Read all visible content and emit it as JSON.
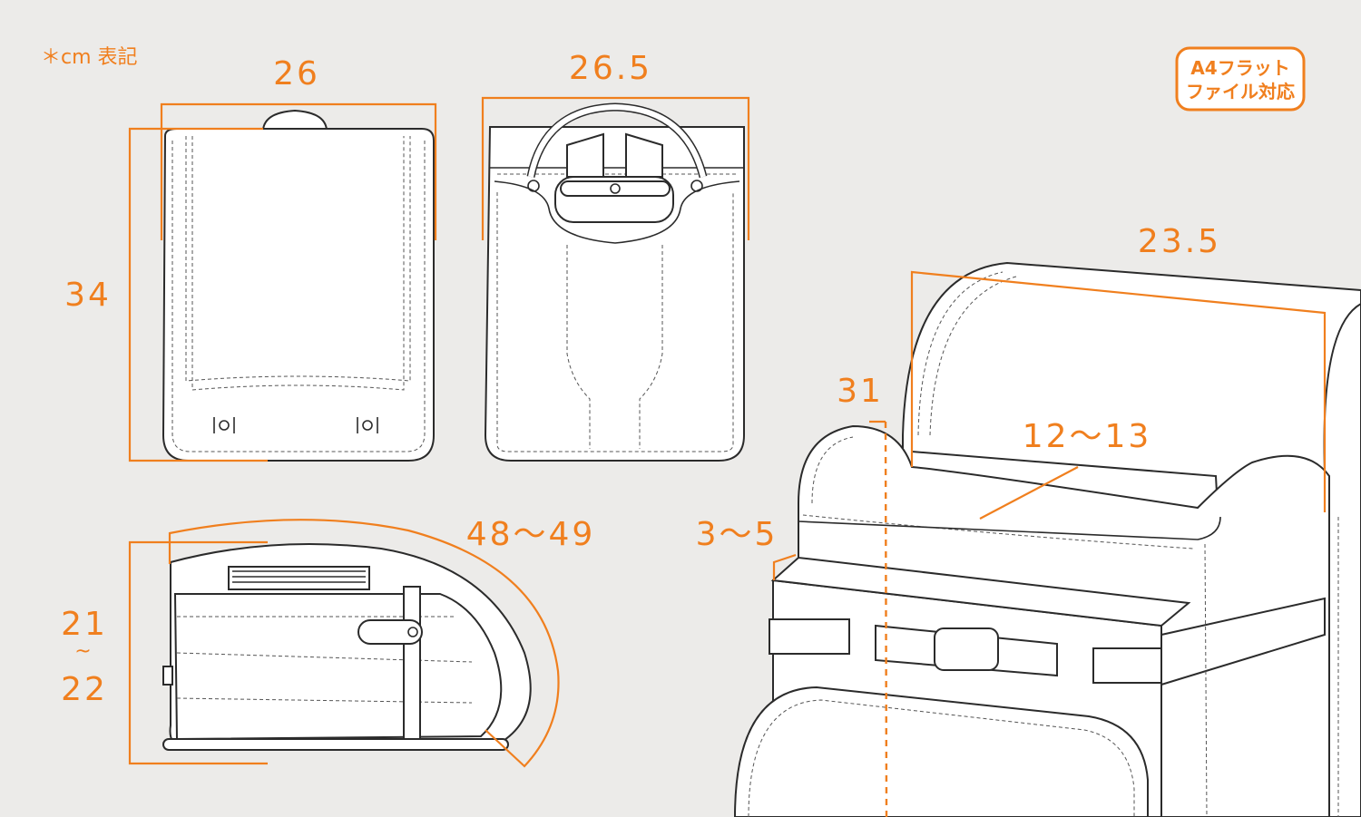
{
  "note": "＊cm 表記",
  "badge": {
    "line1": "A4フラット",
    "line2": "ファイル対応"
  },
  "dimensions": {
    "front_width": "26",
    "front_height": "34",
    "back_width": "26.5",
    "side_height_top": "21",
    "side_height_tilde": "~",
    "side_height_bottom": "22",
    "side_depth": "48～49",
    "top_width": "23.5",
    "inner_height": "31",
    "gusset": "12～13",
    "front_pocket": "3～5"
  },
  "colors": {
    "accent": "#f07f1e",
    "background": "#ecebe9",
    "outline": "#2b2b2b"
  }
}
